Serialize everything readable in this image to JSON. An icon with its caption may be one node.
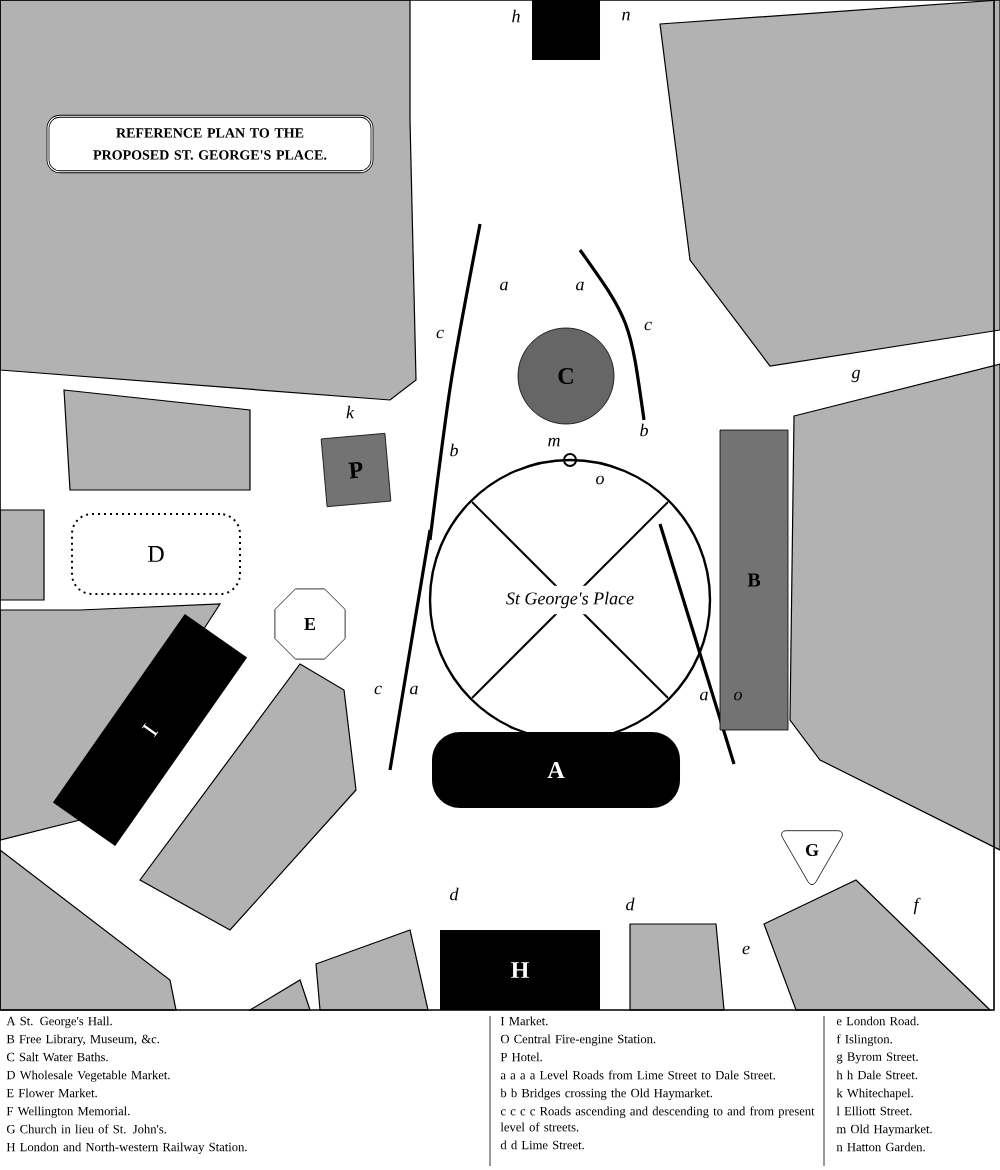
{
  "diagram": {
    "nodes": [
      {
        "text": [
          "REFERENCE PLAN TO THE PROPOSED ST. GEORGE'S PLACE."
        ]
      },
      {
        "text": [],
        "shape": "box"
      },
      {
        "text": [
          "C"
        ]
      },
      {
        "text": [
          "P"
        ]
      },
      {
        "text": [
          "D"
        ]
      },
      {
        "text": [
          "E"
        ]
      },
      {
        "text": [
          "B"
        ]
      },
      {
        "text": [
          "St George's Place"
        ]
      },
      {
        "text": [
          "A"
        ]
      },
      {
        "text": [
          "I"
        ]
      },
      {
        "text": [
          "G"
        ]
      },
      {
        "text": [
          "H"
        ]
      }
    ],
    "labels": [
      "h",
      "n",
      "a",
      "a",
      "c",
      "c",
      "g",
      "k",
      "b",
      "b",
      "m",
      "o",
      "c",
      "a",
      "a",
      "o",
      "d",
      "d",
      "f",
      "e",
      "A St. George's Hall.",
      "B Free Library, Museum, &c.",
      "C Salt Water Baths.",
      "D Wholesale Vegetable Market.",
      "E Flower Market.",
      "F Wellington Memorial.",
      "G Church in lieu of St. John's.",
      "H London and North-western Railway Station.",
      "I Market.",
      "O Central Fire-engine Station.",
      "P Hotel.",
      "a a a a Level Roads from Lime Street to Dale Street.",
      "b b Bridges crossing the Old Haymarket.",
      "c c c c Roads ascending and descending to and from present level of streets.",
      "d d Lime Street.",
      "e London Road.",
      "f Islington.",
      "g Byrom Street.",
      "h h Dale Street.",
      "k Whitechapel.",
      "l Elliott Street.",
      "m Old Haymarket.",
      "n Hatton Garden."
    ]
  }
}
